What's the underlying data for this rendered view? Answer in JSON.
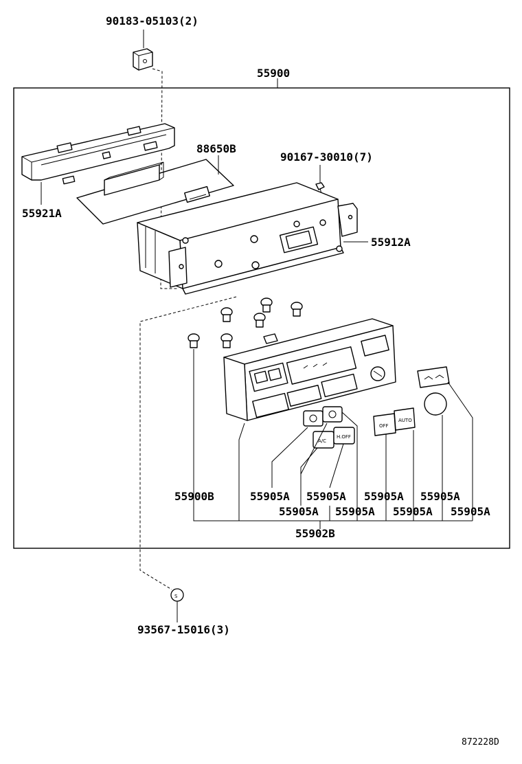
{
  "labels": {
    "p90183": "90183-05103(2)",
    "p55900": "55900",
    "p88650b": "88650B",
    "p90167": "90167-30010(7)",
    "p55921a": "55921A",
    "p55912a": "55912A",
    "p55900b": "55900B",
    "p55905a_1": "55905A",
    "p55905a_2": "55905A",
    "p55905a_3": "55905A",
    "p55905a_4": "55905A",
    "p55905a_5": "55905A",
    "p55905a_6": "55905A",
    "p55905a_7": "55905A",
    "p55905a_8": "55905A",
    "p55902b": "55902B",
    "p93567": "93567-15016(3)",
    "screw_symbol": "S"
  },
  "buttons": {
    "ac": "A/C",
    "hmode": "H.OFF",
    "off": "OFF",
    "auto": "AUTO"
  },
  "drawing_code": "872228D"
}
